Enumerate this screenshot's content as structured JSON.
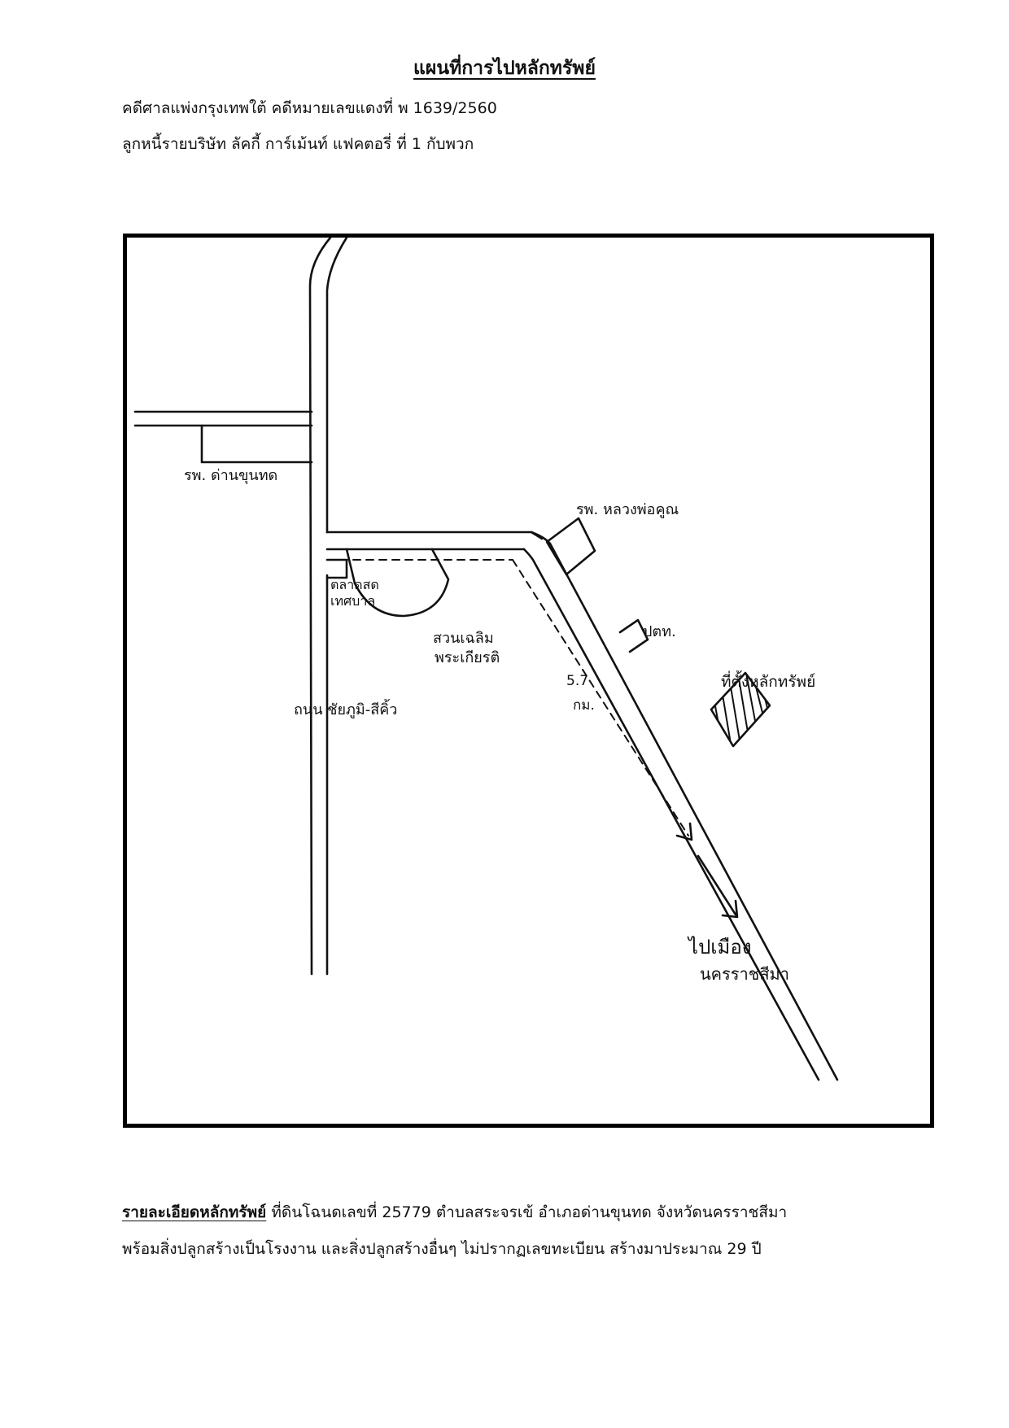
{
  "document": {
    "title": "แผนที่การไปหลักทรัพย์",
    "case_line": "คดีศาลแพ่งกรุงเทพใต้ คดีหมายเลขแดงที่ พ 1639/2560",
    "debtor_line": "ลูกหนี้รายบริษัท ลัคกี้ การ์เม้นท์ แฟคตอรี่ ที่ 1 กับพวก"
  },
  "map": {
    "labels": {
      "hospital_dankhuntod": "รพ. ด่านขุนทด",
      "hospital_luangphokhun": "รพ. หลวงพ่อคูณ",
      "fresh_market_line1": "ตลาดสด",
      "fresh_market_line2": "เทศบาล",
      "park_line1": "สวนเฉลิม",
      "park_line2": "พระเกียรติ",
      "gas_station": "ปตท.",
      "distance_line1": "5.7",
      "distance_line2": "กม.",
      "road_name": "ถนน ชัยภูมิ-สีคิ้ว",
      "property_location": "ที่ตั้งหลักทรัพย์",
      "to_city_line1": "ไปเมือง",
      "to_city_line2": "นครราชสีมา"
    }
  },
  "details": {
    "label": "รายละเอียดหลักทรัพย์",
    "line1_text": " ที่ดินโฉนดเลขที่ 25779 ตำบลสระจรเข้ อำเภอด่านขุนทด จังหวัดนครราชสีมา",
    "line2_text": "พร้อมสิ่งปลูกสร้างเป็นโรงงาน และสิ่งปลูกสร้างอื่นๆ ไม่ปรากฏเลขทะเบียน สร้างมาประมาณ 29 ปี"
  }
}
